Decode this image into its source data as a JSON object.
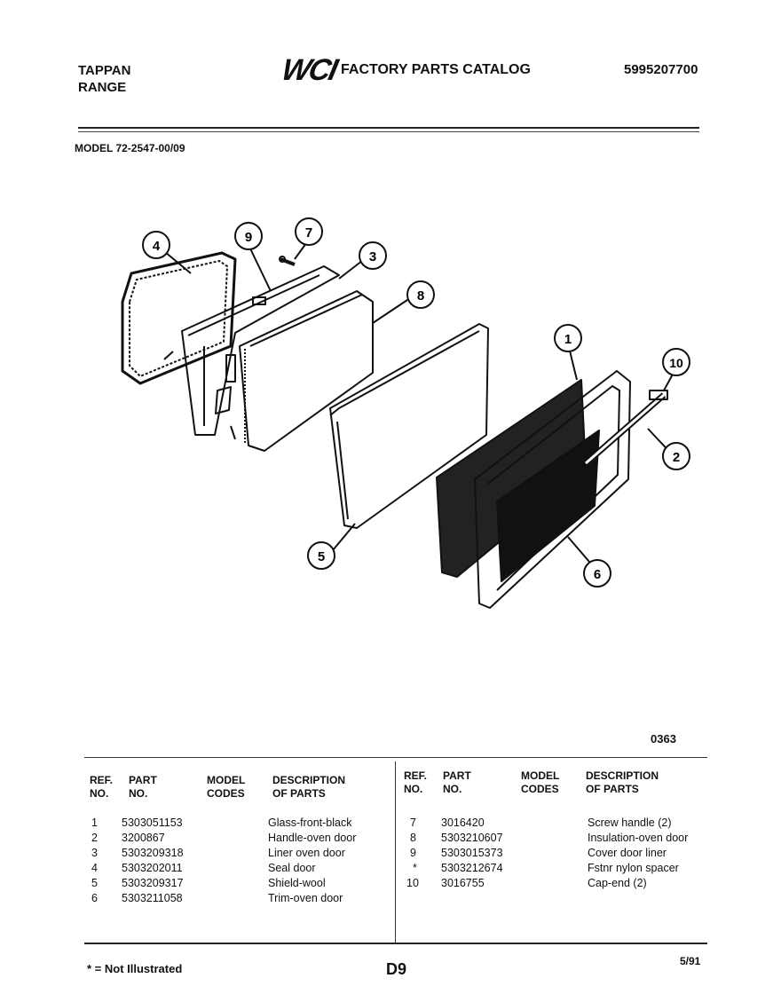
{
  "header": {
    "brand_line1": "TAPPAN",
    "brand_line2": "RANGE",
    "logo": "WCI",
    "catalog_title": "FACTORY PARTS CATALOG",
    "catalog_number": "5995207700",
    "model_label": "MODEL 72-2547-00/09"
  },
  "diagram": {
    "callouts": [
      "4",
      "9",
      "7",
      "3",
      "8",
      "1",
      "10",
      "2",
      "5",
      "6"
    ],
    "illustration_number": "0363"
  },
  "table": {
    "headers": {
      "ref_line1": "REF.",
      "ref_line2": "NO.",
      "part_line1": "PART",
      "part_line2": "NO.",
      "model_line1": "MODEL",
      "model_line2": "CODES",
      "desc_line1": "DESCRIPTION",
      "desc_line2": "OF PARTS"
    },
    "left_rows": [
      {
        "ref": "1",
        "part": "5303051153",
        "desc": "Glass-front-black"
      },
      {
        "ref": "2",
        "part": "3200867",
        "desc": "Handle-oven door"
      },
      {
        "ref": "3",
        "part": "5303209318",
        "desc": "Liner oven door"
      },
      {
        "ref": "4",
        "part": "5303202011",
        "desc": "Seal door"
      },
      {
        "ref": "5",
        "part": "5303209317",
        "desc": "Shield-wool"
      },
      {
        "ref": "6",
        "part": "5303211058",
        "desc": "Trim-oven door"
      }
    ],
    "right_rows": [
      {
        "ref": "7",
        "part": "3016420",
        "desc": "Screw handle (2)"
      },
      {
        "ref": "8",
        "part": "5303210607",
        "desc": "Insulation-oven door"
      },
      {
        "ref": "9",
        "part": "5303015373",
        "desc": "Cover door liner"
      },
      {
        "ref": "*",
        "part": "5303212674",
        "desc": "Fstnr nylon spacer"
      },
      {
        "ref": "10",
        "part": "3016755",
        "desc": "Cap-end (2)"
      }
    ]
  },
  "footer": {
    "footnote": "* = Not Illustrated",
    "page_id": "D9",
    "date": "5/91"
  }
}
